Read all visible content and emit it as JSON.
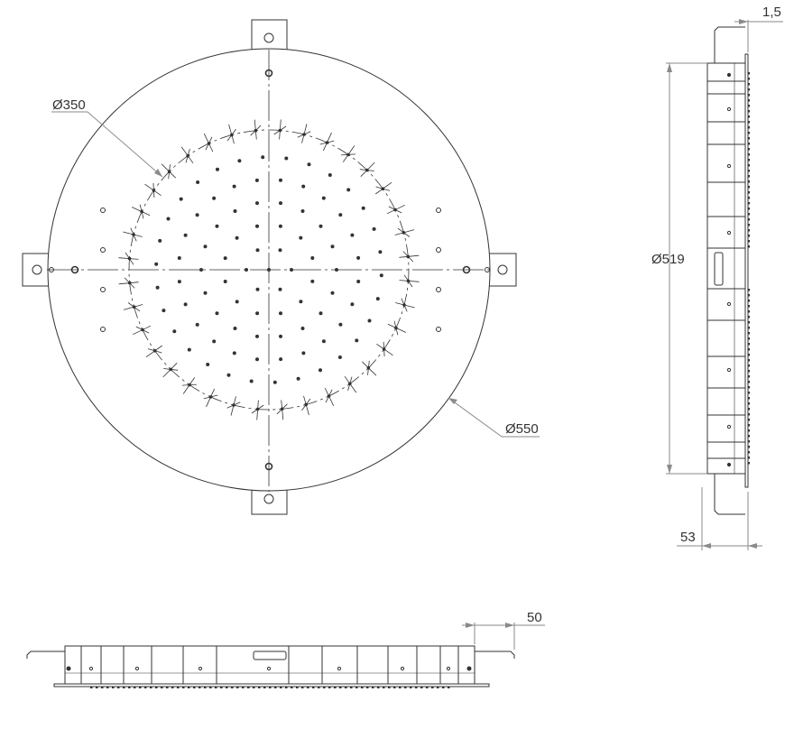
{
  "dimensions": {
    "inner_circle": "Ø350",
    "outer_circle": "Ø550",
    "side_height": "Ø519",
    "side_thickness": "1,5",
    "side_depth": "53",
    "bottom_depth": "50"
  },
  "colors": {
    "line": "#333333",
    "dimension_line": "#8a8a8a",
    "background": "#ffffff"
  }
}
